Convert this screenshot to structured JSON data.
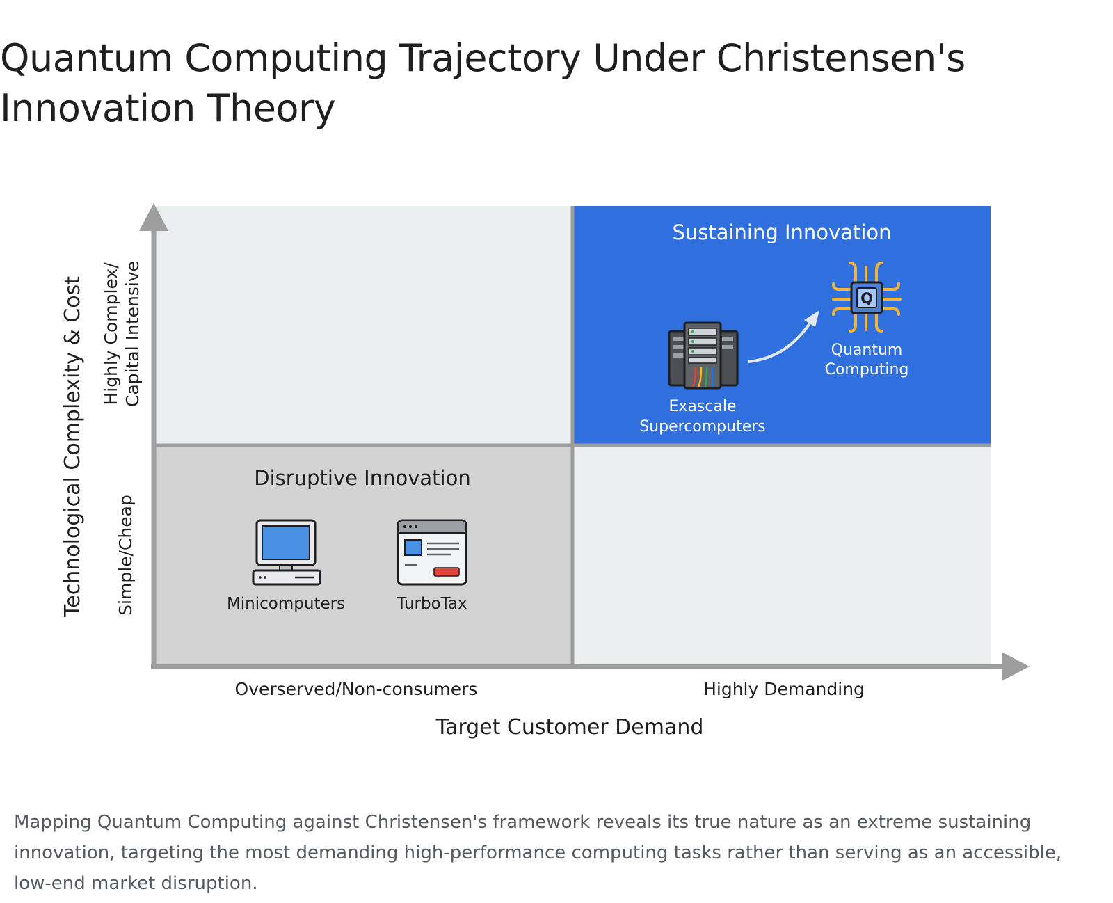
{
  "title": "Quantum Computing Trajectory Under Christensen's Innovation Theory",
  "diagram": {
    "y_axis_title": "Technological Complexity & Cost",
    "y_tick_high_line1": "Highly Complex/",
    "y_tick_high_line2": "Capital Intensive",
    "y_tick_low": "Simple/Cheap",
    "x_axis_title": "Target Customer Demand",
    "x_tick_low": "Overserved/Non-consumers",
    "x_tick_high": "Highly Demanding",
    "quadrants": {
      "sustaining": {
        "title": "Sustaining Innovation",
        "items": [
          {
            "label_line1": "Exascale",
            "label_line2": "Supercomputers",
            "icon": "server-rack-icon"
          },
          {
            "label_line1": "Quantum",
            "label_line2": "Computing",
            "icon": "quantum-chip-icon"
          }
        ]
      },
      "disruptive": {
        "title": "Disruptive Innovation",
        "items": [
          {
            "label": "Minicomputers",
            "icon": "computer-monitor-icon"
          },
          {
            "label": "TurboTax",
            "icon": "software-window-icon"
          }
        ]
      }
    },
    "chip_letter": "Q",
    "colors": {
      "sustaining_fill": "#2f6fde",
      "disruptive_fill": "#d3d3d3",
      "empty_fill": "#eceff0",
      "axis": "#9e9e9e"
    }
  },
  "caption": "Mapping Quantum Computing against Christensen's framework reveals its true nature as an extreme sustaining innovation, targeting the most demanding high-performance computing tasks rather than serving as an accessible, low-end market disruption."
}
